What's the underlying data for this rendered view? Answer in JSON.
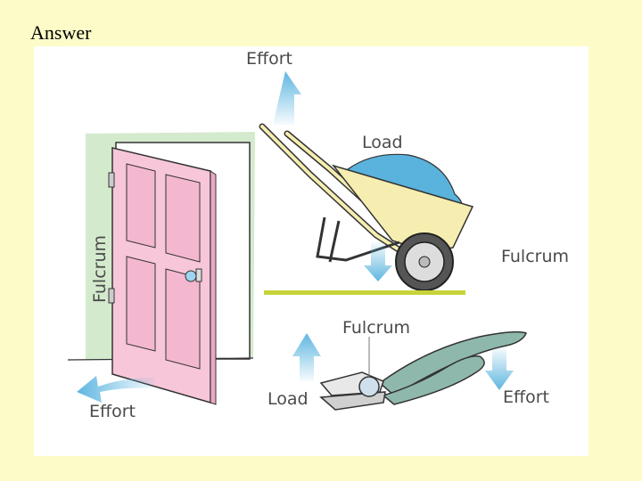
{
  "slide": {
    "title": "Answer"
  },
  "labels": {
    "wheelbarrow_effort": "Effort",
    "wheelbarrow_load": "Load",
    "wheelbarrow_fulcrum": "Fulcrum",
    "door_fulcrum": "Fulcrum",
    "door_effort": "Effort",
    "pliers_fulcrum": "Fulcrum",
    "pliers_load": "Load",
    "pliers_effort": "Effort"
  },
  "colors": {
    "background": "#fdfcc8",
    "arrow": "#5fb6e0",
    "ground": "#c6d43a",
    "door": "#f7c6d9",
    "wall": "#cfe8c8",
    "barrow_tray": "#f5eeb0",
    "barrow_load": "#59b3dc",
    "pliers_handle": "#8fb8ad"
  }
}
